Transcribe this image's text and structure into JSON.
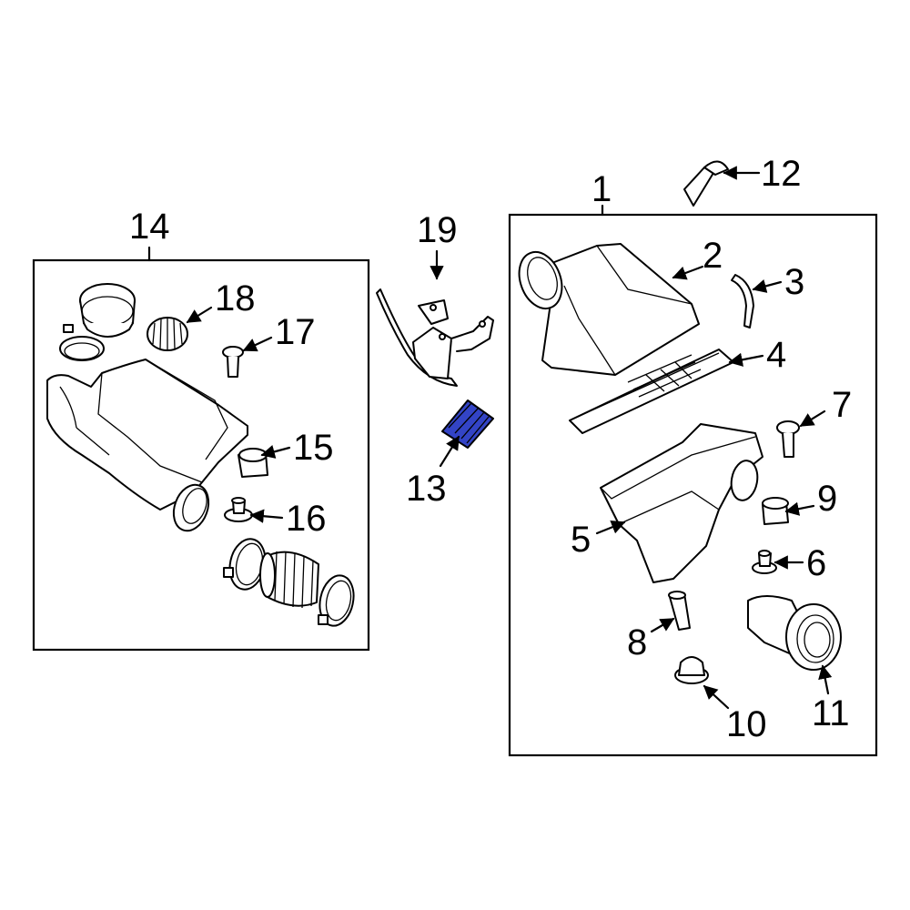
{
  "callouts": {
    "c1": "1",
    "c2": "2",
    "c3": "3",
    "c4": "4",
    "c5": "5",
    "c6": "6",
    "c7": "7",
    "c8": "8",
    "c9": "9",
    "c10": "10",
    "c11": "11",
    "c12": "12",
    "c13": "13",
    "c14": "14",
    "c15": "15",
    "c16": "16",
    "c17": "17",
    "c18": "18",
    "c19": "19"
  },
  "colors": {
    "highlight": "#3344c6",
    "line": "#000000",
    "background": "#ffffff"
  }
}
